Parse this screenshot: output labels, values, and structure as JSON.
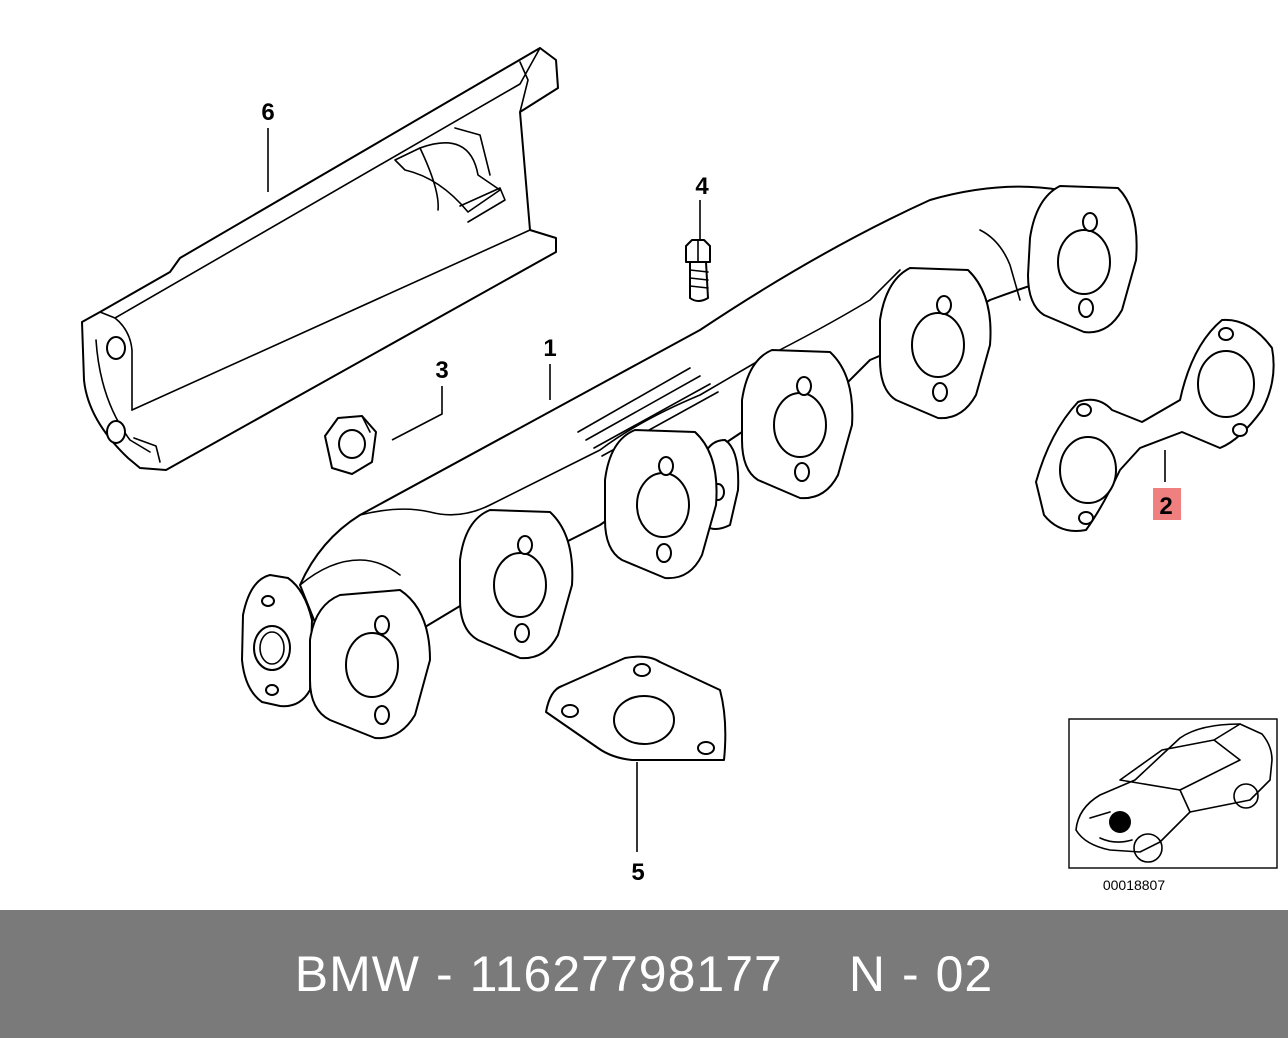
{
  "callouts": {
    "c1": "1",
    "c2": "2",
    "c3": "3",
    "c4": "4",
    "c5": "5",
    "c6": "6"
  },
  "highlighted_callout": "2",
  "highlight_color": "#f07f7f",
  "thumbnail": {
    "code": "00018807"
  },
  "footer": {
    "brand": "BMW",
    "separator1": "-",
    "part_number": "11627798177",
    "position_code": "N",
    "separator2": "-",
    "position_number": "02"
  },
  "colors": {
    "footer_bg": "#7a7a7a",
    "footer_text": "#ffffff"
  }
}
